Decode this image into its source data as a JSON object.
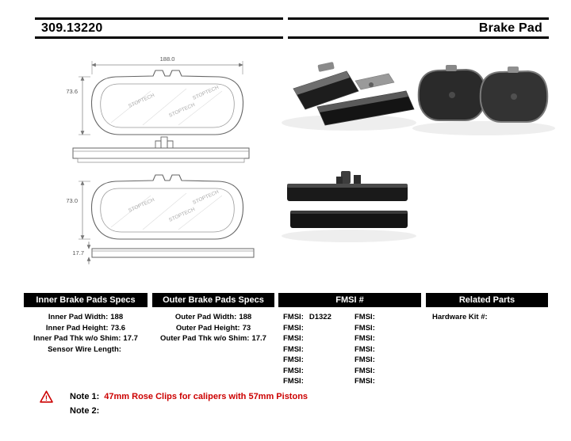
{
  "header": {
    "part_number": "309.13220",
    "product_name": "Brake Pad"
  },
  "diagram": {
    "dim_pad_width": "188.0",
    "dim_inner_pad_height": "73.6",
    "dim_outer_pad_height": "73.0",
    "dim_pad_thickness": "17.7",
    "pad_brand_text": "STOPTECH"
  },
  "specs": {
    "inner": {
      "title": "Inner Brake Pads Specs",
      "rows": [
        {
          "label": "Inner Pad Width:",
          "value": "188"
        },
        {
          "label": "Inner Pad Height:",
          "value": "73.6"
        },
        {
          "label": "Inner Pad Thk w/o Shim:",
          "value": "17.7"
        },
        {
          "label": "Sensor Wire Length:",
          "value": ""
        }
      ]
    },
    "outer": {
      "title": "Outer Brake Pads Specs",
      "rows": [
        {
          "label": "Outer Pad Width:",
          "value": "188"
        },
        {
          "label": "Outer Pad Height:",
          "value": "73"
        },
        {
          "label": "Outer Pad Thk w/o Shim:",
          "value": "17.7"
        }
      ]
    },
    "fmsi": {
      "title": "FMSI #",
      "col1": [
        {
          "label": "FMSI:",
          "value": "D1322"
        },
        {
          "label": "FMSI:",
          "value": ""
        },
        {
          "label": "FMSI:",
          "value": ""
        },
        {
          "label": "FMSI:",
          "value": ""
        },
        {
          "label": "FMSI:",
          "value": ""
        },
        {
          "label": "FMSI:",
          "value": ""
        },
        {
          "label": "FMSI:",
          "value": ""
        }
      ],
      "col2": [
        {
          "label": "FMSI:",
          "value": ""
        },
        {
          "label": "FMSI:",
          "value": ""
        },
        {
          "label": "FMSI:",
          "value": ""
        },
        {
          "label": "FMSI:",
          "value": ""
        },
        {
          "label": "FMSI:",
          "value": ""
        },
        {
          "label": "FMSI:",
          "value": ""
        },
        {
          "label": "FMSI:",
          "value": ""
        }
      ]
    },
    "related": {
      "title": "Related Parts",
      "rows": [
        {
          "label": "Hardware Kit #:",
          "value": ""
        }
      ]
    }
  },
  "notes": {
    "note1_label": "Note 1:",
    "note1_text": "47mm Rose Clips for calipers with 57mm Pistons",
    "note2_label": "Note 2:",
    "note2_text": ""
  },
  "colors": {
    "accent_red": "#cc0000",
    "header_bar": "#000000"
  }
}
